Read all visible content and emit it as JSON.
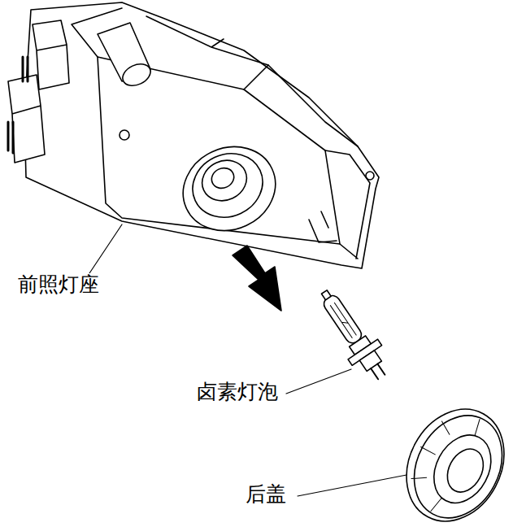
{
  "diagram": {
    "labels": [
      "前照灯座",
      "卤素灯泡",
      "后盖"
    ]
  }
}
